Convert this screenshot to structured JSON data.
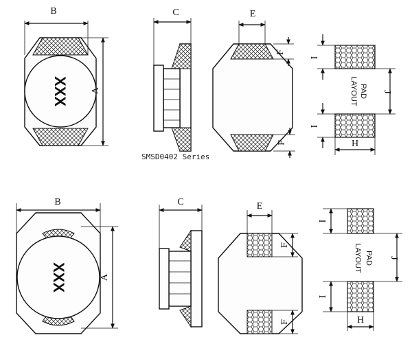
{
  "series_caption": "SMSD0402 Series",
  "marking": "XXX",
  "dimensions": {
    "a": "A",
    "b": "B",
    "c": "C",
    "e": "E",
    "f": "F",
    "h": "H",
    "i": "I",
    "j": "J"
  },
  "pad_layout": {
    "line1": "PAD",
    "line2": "LAYOUT"
  }
}
